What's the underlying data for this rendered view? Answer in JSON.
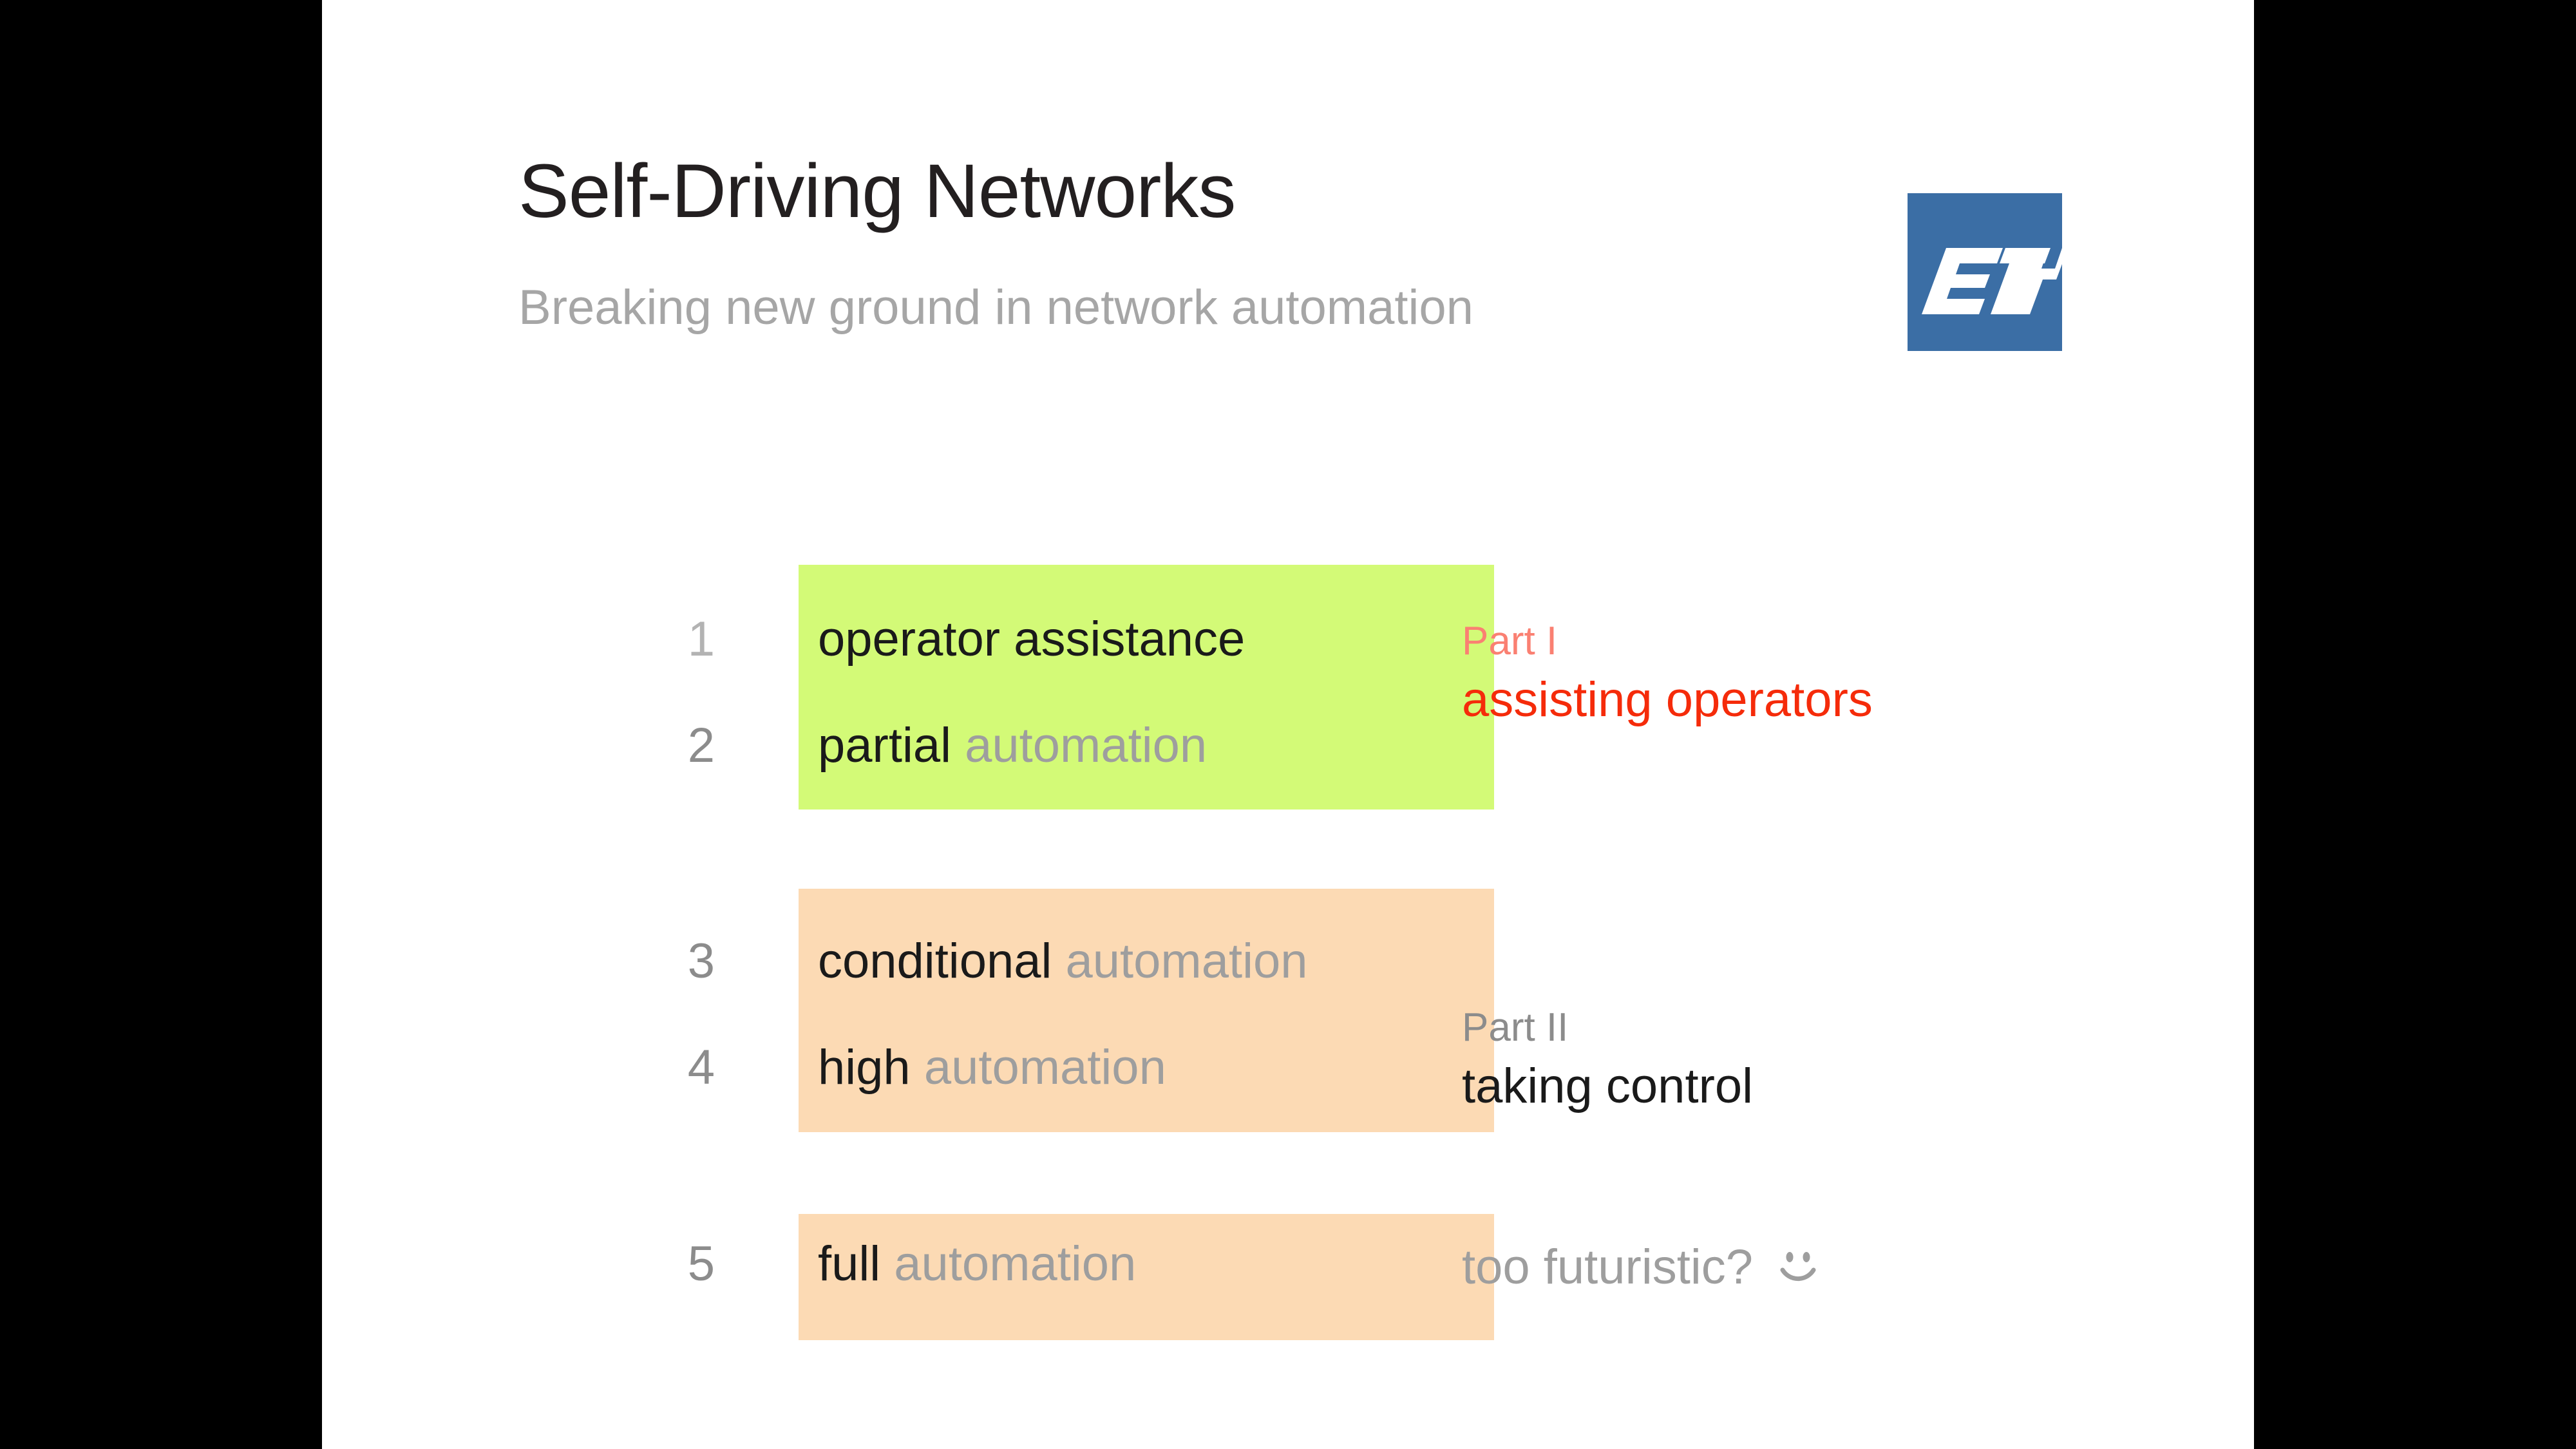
{
  "slide": {
    "title": "Self-Driving Networks",
    "subtitle": "Breaking new ground in network automation",
    "logo": {
      "name": "eth-logo",
      "text": "ETH",
      "bg_color": "#3b6ea5",
      "text_color": "#ffffff"
    },
    "colors": {
      "band_green": "#d3fa77",
      "band_orange": "#fcdab4",
      "part1_kicker": "#fa8072",
      "part1_head": "#f52b0a",
      "muted_text": "#9e9e9e",
      "number_text": "#8c8c8c",
      "body_text": "#1a1a1a"
    },
    "levels": [
      {
        "number": "1",
        "label_strong": "operator assistance",
        "label_muted": ""
      },
      {
        "number": "2",
        "label_strong": "partial",
        "label_muted": "automation"
      },
      {
        "number": "3",
        "label_strong": "conditional",
        "label_muted": "automation"
      },
      {
        "number": "4",
        "label_strong": "high",
        "label_muted": "automation"
      },
      {
        "number": "5",
        "label_strong": "full",
        "label_muted": "automation"
      }
    ],
    "parts": [
      {
        "kicker": "Part I",
        "headline": "assisting operators"
      },
      {
        "kicker": "Part II",
        "headline": "taking control"
      }
    ],
    "footnote": {
      "text": "too futuristic?",
      "icon": "smiley-face-icon"
    }
  }
}
